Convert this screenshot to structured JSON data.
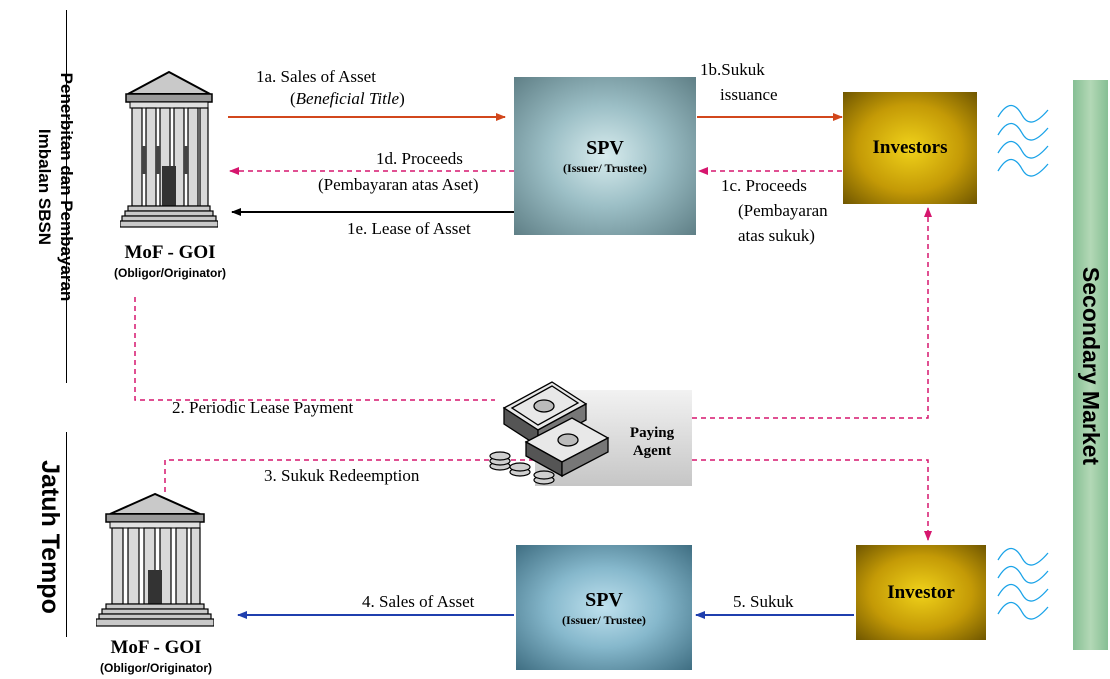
{
  "side_labels": {
    "top_left_line1": "Penerbitan dan Pembayaran",
    "top_left_line2": "Imbalan SBSN",
    "bottom_left": "Jatuh Tempo",
    "right": "Secondary Market"
  },
  "originator_top": {
    "title": "MoF - GOI",
    "subtitle": "(Obligor/Originator)"
  },
  "originator_bottom": {
    "title": "MoF - GOI",
    "subtitle": "(Obligor/Originator)"
  },
  "spv_top": {
    "title": "SPV",
    "subtitle": "(Issuer/ Trustee)"
  },
  "spv_bottom": {
    "title": "SPV",
    "subtitle": "(Issuer/ Trustee)"
  },
  "investors_top": {
    "label": "Investors"
  },
  "investor_bottom": {
    "label": "Investor"
  },
  "paying_agent": {
    "line1": "Paying",
    "line2": "Agent"
  },
  "flows": {
    "f1a_line1": "1a. Sales of Asset",
    "f1a_line2_open": "(",
    "f1a_line2_italic": "Beneficial Title",
    "f1a_line2_close": ")",
    "f1b_line1": "1b.Sukuk",
    "f1b_line2": "issuance",
    "f1d_line1": "1d. Proceeds",
    "f1d_line2": "(Pembayaran atas Aset)",
    "f1c_line1": "1c. Proceeds",
    "f1c_line2": "(Pembayaran",
    "f1c_line3": "atas sukuk)",
    "f1e": "1e. Lease of Asset",
    "f2": "2. Periodic Lease Payment",
    "f3": "3. Sukuk Redeemption",
    "f4": "4. Sales of Asset",
    "f5": "5. Sukuk"
  },
  "colors": {
    "red_arrow": "#d2471c",
    "magenta_dash": "#d6166e",
    "black_arrow": "#000000",
    "blue_arrow": "#1f3fae",
    "secondary_market_bar": "#9ccaa3",
    "investor_gold": "#b8900c",
    "spv_teal": "#8fb2ba",
    "wave_blue": "#1aa3e8"
  },
  "icons": [
    "bank-building-icon",
    "money-stack-icon",
    "wave-icon"
  ]
}
